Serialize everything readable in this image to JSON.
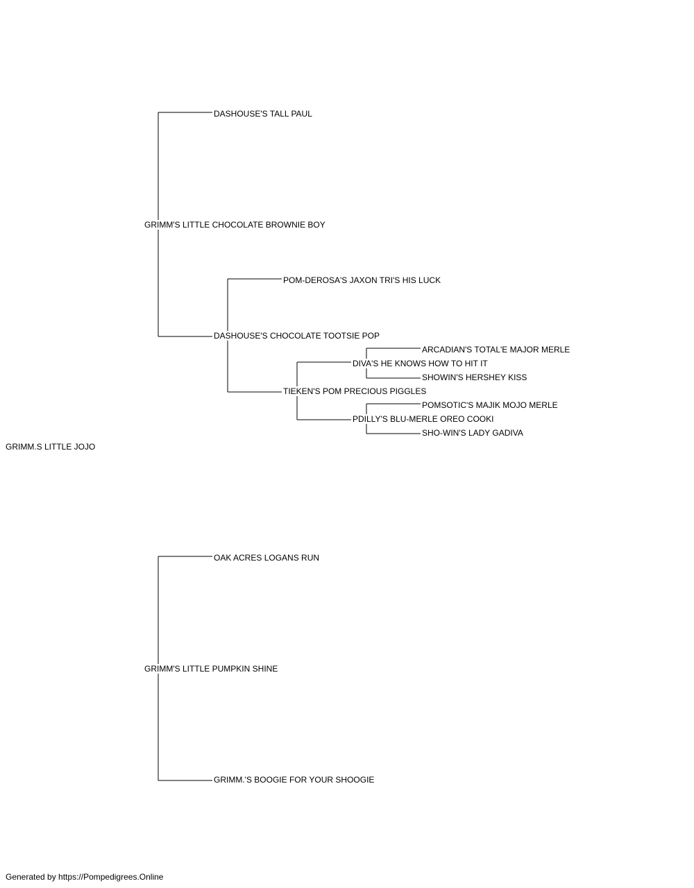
{
  "subject": "GRIMM.S LITTLE JOJO",
  "sire": {
    "name": "GRIMM'S LITTLE CHOCOLATE BROWNIE BOY",
    "sire": {
      "name": "DASHOUSE'S TALL PAUL"
    },
    "dam": {
      "name": "DASHOUSE'S CHOCOLATE TOOTSIE POP",
      "sire": {
        "name": "POM-DEROSA'S JAXON TRI'S HIS LUCK"
      },
      "dam": {
        "name": "TIEKEN'S POM PRECIOUS PIGGLES",
        "sire": {
          "name": "DIVA'S HE KNOWS HOW TO HIT IT",
          "sire": {
            "name": "ARCADIAN'S TOTAL'E MAJOR MERLE"
          },
          "dam": {
            "name": "SHOWIN'S HERSHEY KISS"
          }
        },
        "dam": {
          "name": "PDILLY'S BLU-MERLE OREO COOKI",
          "sire": {
            "name": "POMSOTIC'S MAJIK MOJO MERLE"
          },
          "dam": {
            "name": "SHO-WIN'S LADY GADIVA"
          }
        }
      }
    }
  },
  "dam": {
    "name": "GRIMM'S LITTLE PUMPKIN SHINE",
    "sire": {
      "name": "OAK ACRES LOGANS RUN"
    },
    "dam": {
      "name": "GRIMM.'S BOOGIE FOR YOUR SHOOGIE"
    }
  },
  "footer": "Generated by https://Pompedigrees.Online",
  "colors": {
    "line": "#000000",
    "text": "#000000",
    "background": "#ffffff"
  }
}
